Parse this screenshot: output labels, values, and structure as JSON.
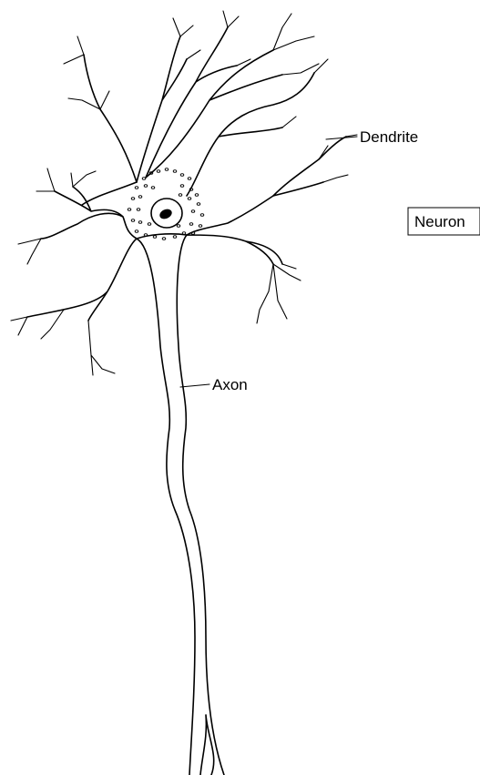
{
  "labels": {
    "dendrite": "Dendrite",
    "axon": "Axon",
    "neuron": "Neuron"
  }
}
